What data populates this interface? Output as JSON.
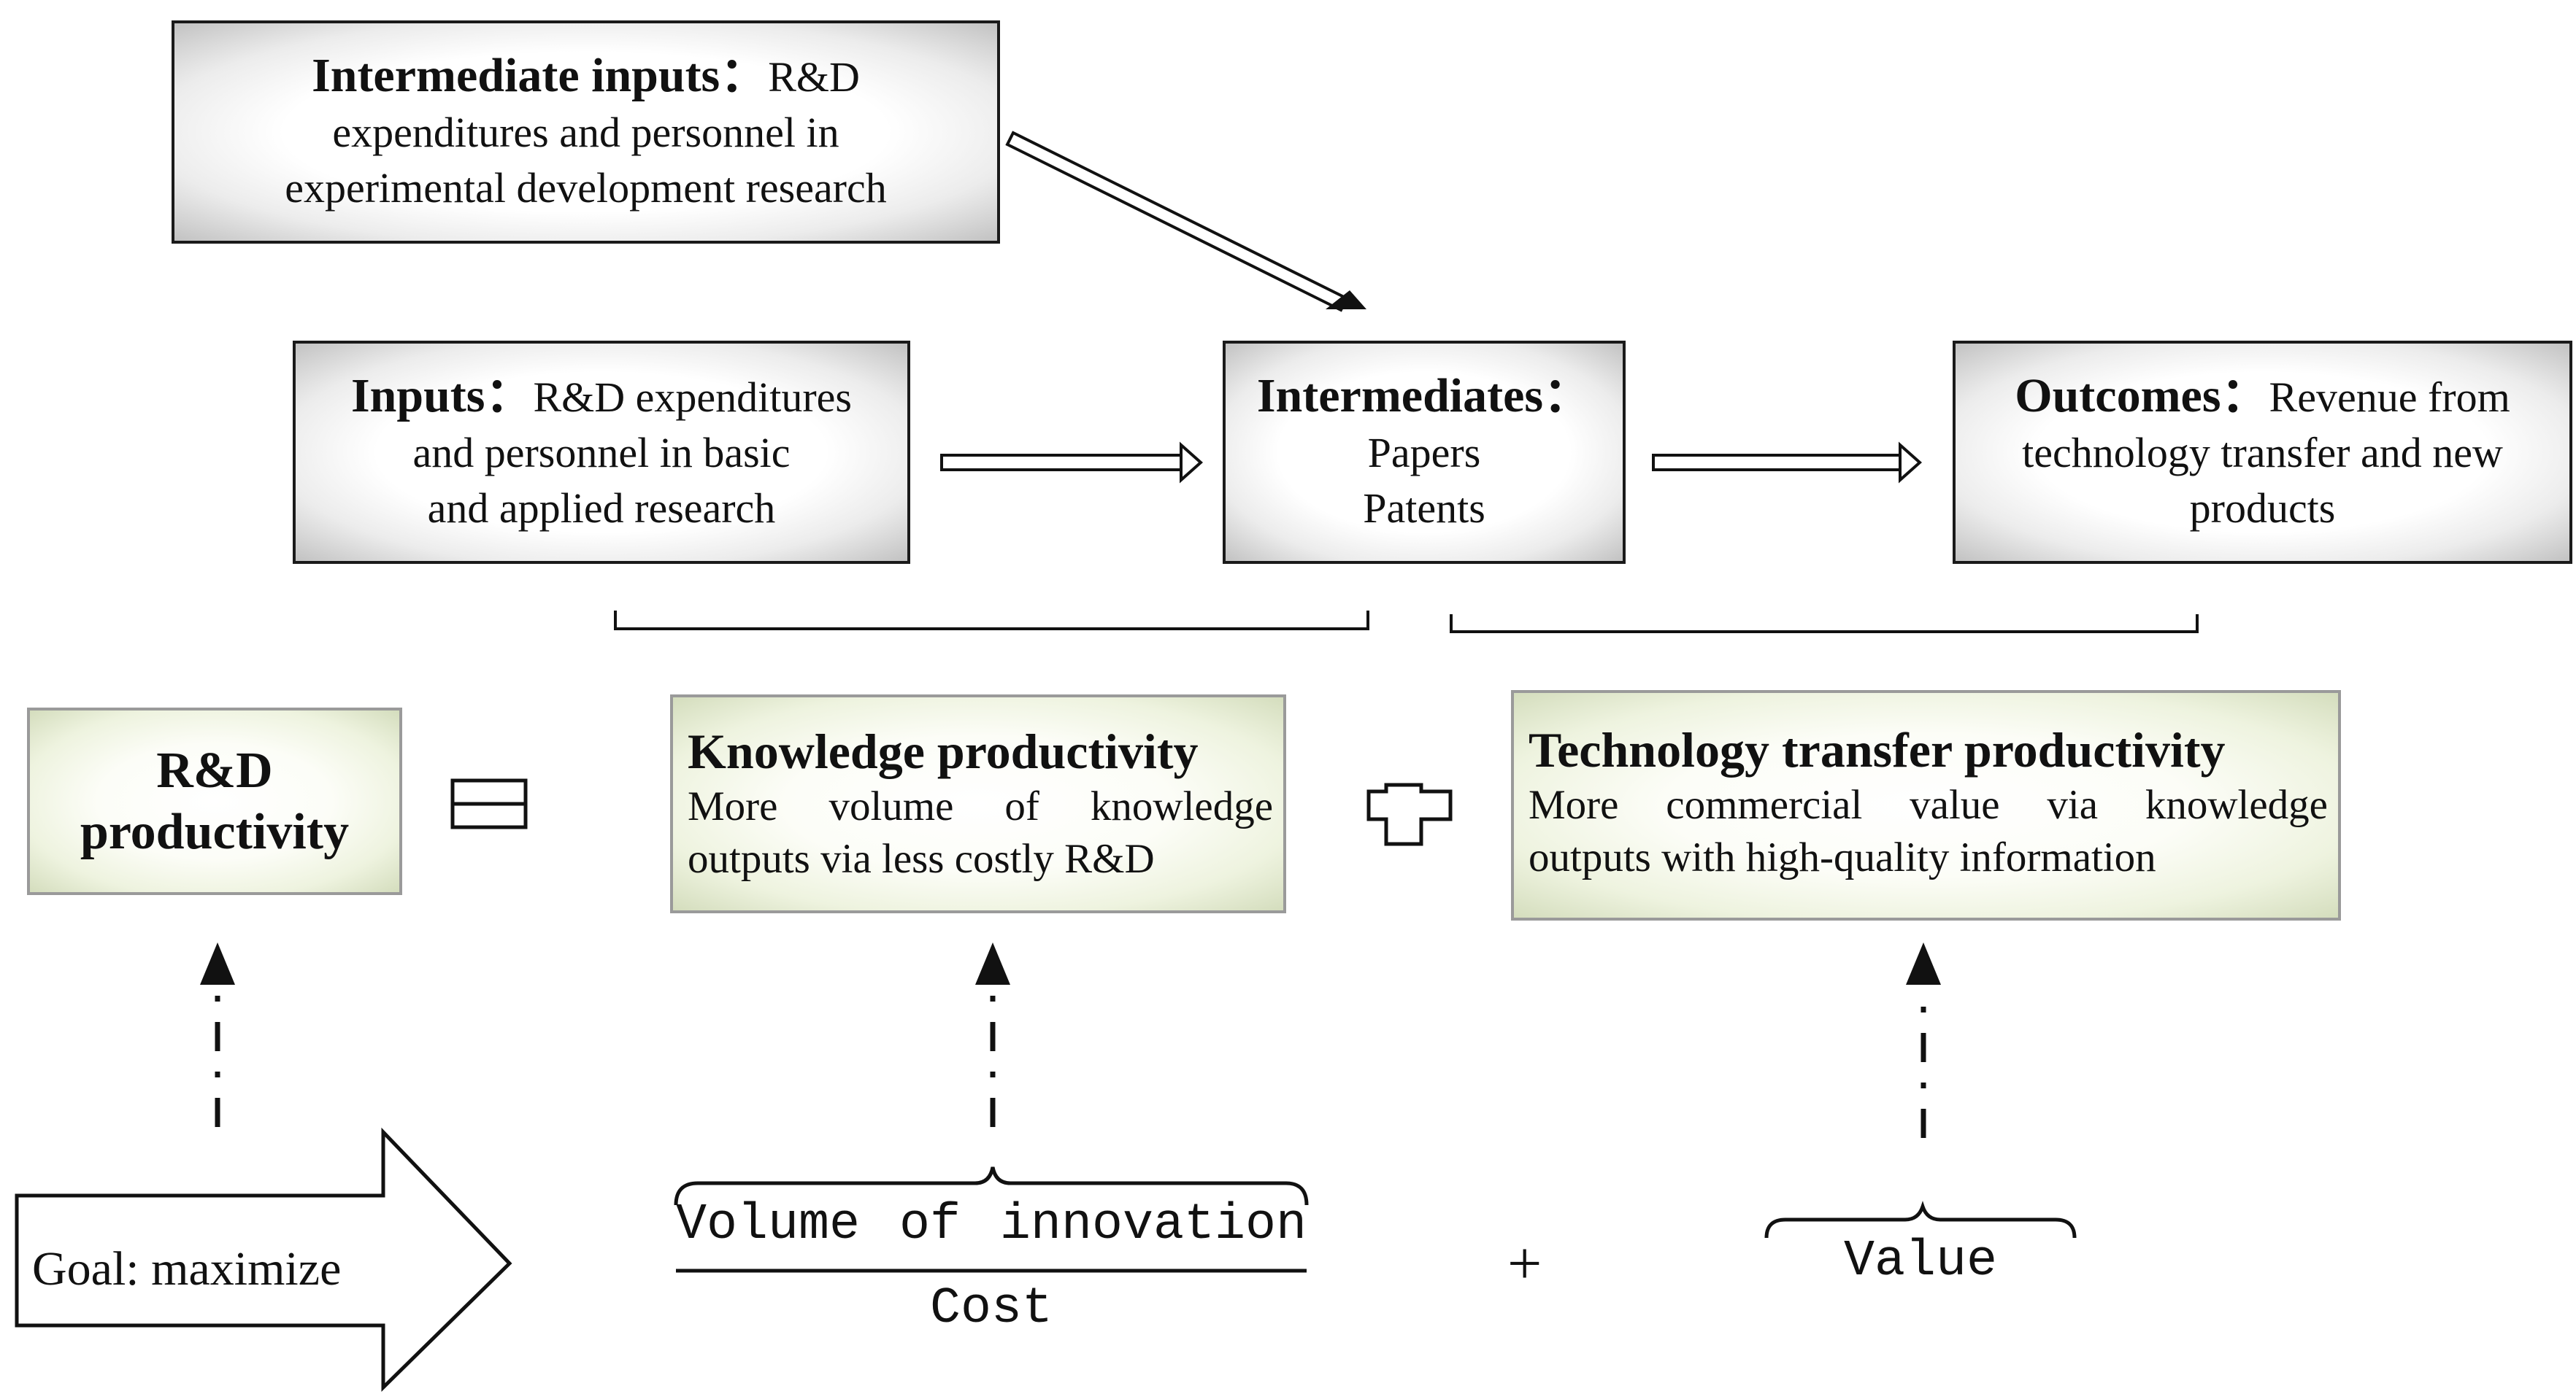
{
  "boxes": {
    "intermediate_inputs": {
      "heading": "Intermediate inputs",
      "separator": "：",
      "lines": [
        "R&D",
        "expenditures and personnel in",
        "experimental development research"
      ]
    },
    "inputs": {
      "heading": "Inputs",
      "separator": "：",
      "lines": [
        "R&D expenditures",
        "and personnel in basic",
        "and applied research"
      ]
    },
    "intermediates": {
      "heading": "Intermediates",
      "separator": "：",
      "lines": [
        "Papers",
        "Patents"
      ]
    },
    "outcomes": {
      "heading": "Outcomes",
      "separator": "：",
      "lines": [
        "Revenue from",
        "technology transfer and new",
        "products"
      ]
    }
  },
  "equation": {
    "rd_productivity": [
      "R&D",
      "productivity"
    ],
    "knowledge": {
      "title": "Knowledge productivity",
      "desc_lines": [
        "More volume of knowledge",
        "outputs via less costly R&D"
      ]
    },
    "technology": {
      "title": "Technology transfer productivity",
      "desc_lines": [
        "More commercial value via knowledge",
        "outputs with high-quality information"
      ]
    }
  },
  "formula": {
    "numerator": "Volume of innovation",
    "denominator": "Cost",
    "plus": "+",
    "value": "Value"
  },
  "goal": {
    "label": "Goal: maximize"
  }
}
